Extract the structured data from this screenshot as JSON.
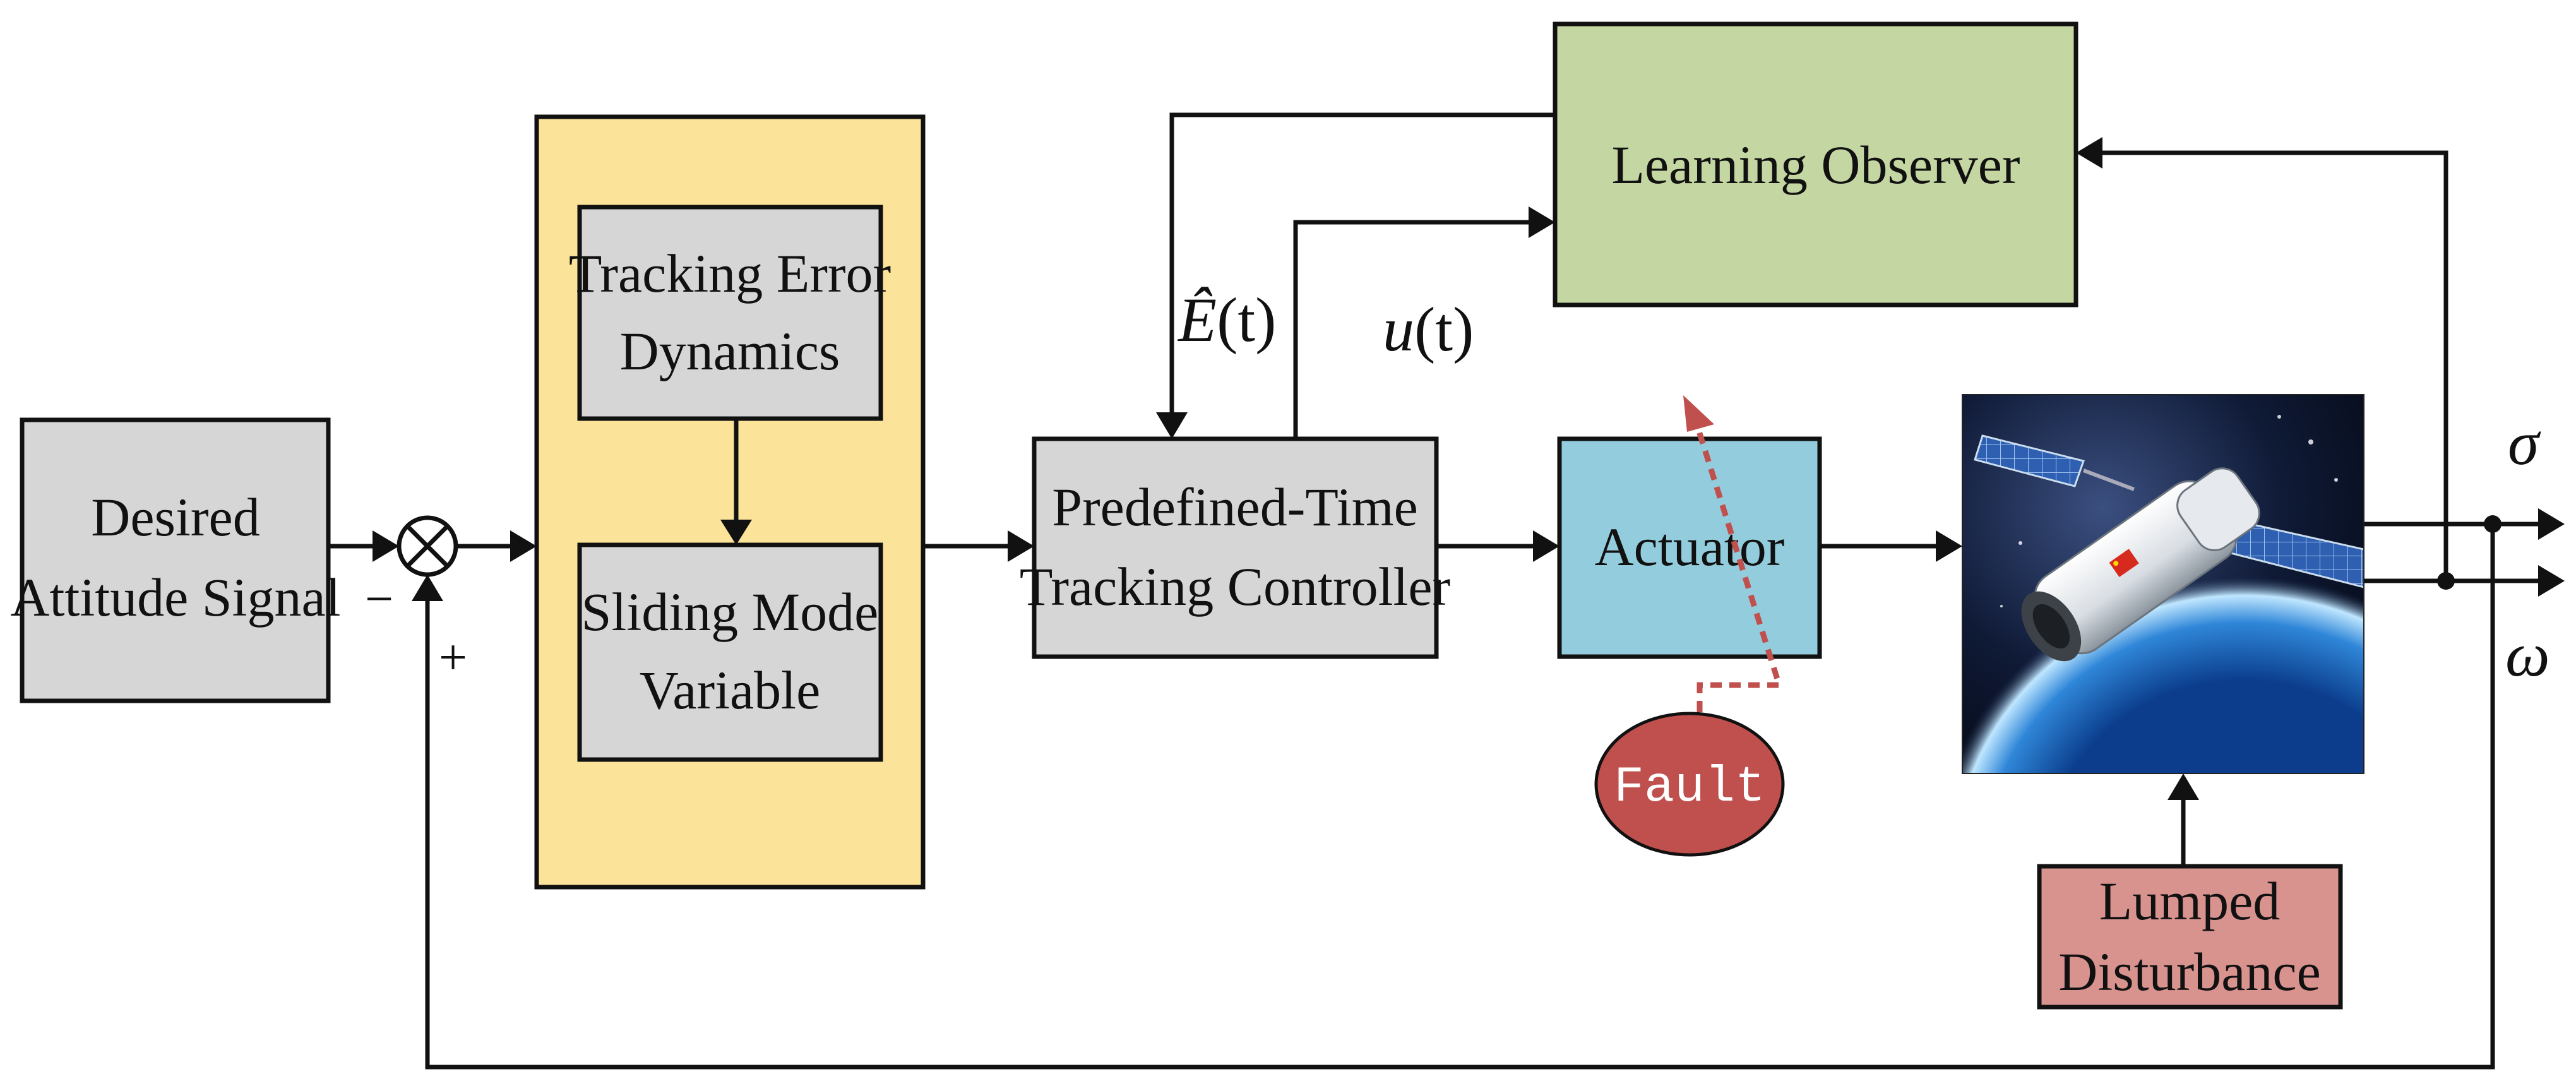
{
  "colors": {
    "gray_box": "#d6d6d6",
    "yellow_panel": "#fbe39a",
    "green_box": "#c4d6a1",
    "blue_box": "#93cddd",
    "red_box": "#d9938f",
    "fault_fill": "#c0504d",
    "fault_arrow": "#c0504d"
  },
  "blocks": {
    "desired": {
      "line1": "Desired",
      "line2": "Attitude Signal"
    },
    "tracking_error": {
      "line1": "Tracking Error",
      "line2": "Dynamics"
    },
    "sliding_mode": {
      "line1": "Sliding Mode",
      "line2": "Variable"
    },
    "controller": {
      "line1": "Predefined-Time",
      "line2": "Tracking Controller"
    },
    "actuator": {
      "label": "Actuator"
    },
    "observer": {
      "label": "Learning Observer"
    },
    "disturbance": {
      "line1": "Lumped",
      "line2": "Disturbance"
    },
    "fault": {
      "label": "Fault"
    },
    "spacecraft": {
      "icon": "spacecraft-image"
    }
  },
  "signals": {
    "estimate": {
      "symbol": "Ê",
      "arg": "(t)"
    },
    "control": {
      "symbol": "u",
      "arg": "(t)"
    },
    "sigma": "σ",
    "omega": "ω",
    "minus": "−",
    "plus": "+"
  }
}
